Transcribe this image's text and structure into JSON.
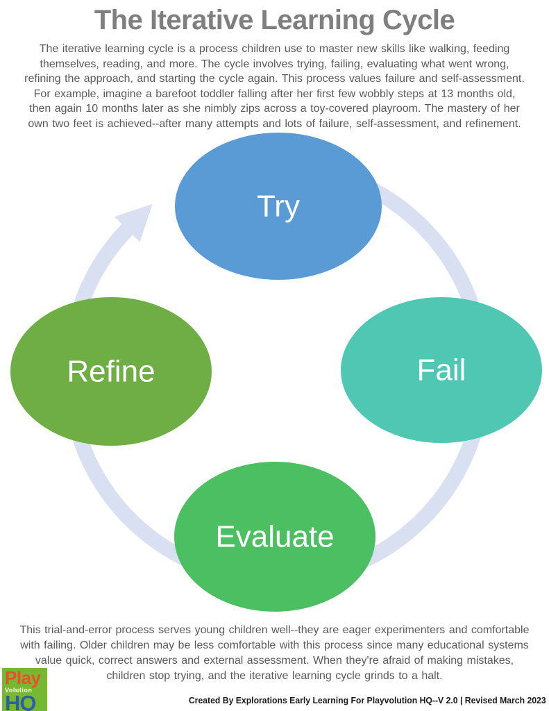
{
  "title": "The Iterative Learning Cycle",
  "intro": "The iterative learning cycle is a process children use to master new skills like walking, feeding themselves, reading, and more. The cycle involves trying, failing, evaluating what went wrong, refining the approach, and starting the cycle again. This process values failure and self-assessment. For example, imagine a barefoot toddler falling after her first few wobbly steps at 13 months old, then again 10 months later as she nimbly zips across a toy-covered playroom. The mastery of her own two feet is achieved--after many attempts and lots of failure, self-assessment, and refinement.",
  "outro": "This trial-and-error process serves young children well--they are eager experimenters and comfortable with failing. Older children may be less comfortable with this process since many educational systems value quick, correct answers and external assessment. When they're afraid of making mistakes, children stop trying, and the iterative learning cycle grinds to a halt.",
  "credit": "Created By Explorations Early Learning For Playvolution HQ--V 2.0 | Revised March 2023",
  "logo": {
    "line1": "Play",
    "line2": "Volution",
    "line3": "HQ",
    "bg_color": "#76B82F",
    "play_color": "#E8512D",
    "hq_color": "#2F5EA8"
  },
  "diagram": {
    "type": "cycle",
    "arrow_color": "#D9E0F1",
    "nodes": [
      {
        "label": "Try",
        "position": "top",
        "color": "#5B9BD5"
      },
      {
        "label": "Fail",
        "position": "right",
        "color": "#4FC7B3"
      },
      {
        "label": "Evaluate",
        "position": "bottom",
        "color": "#4CBF63"
      },
      {
        "label": "Refine",
        "position": "left",
        "color": "#6FAE44"
      }
    ]
  }
}
